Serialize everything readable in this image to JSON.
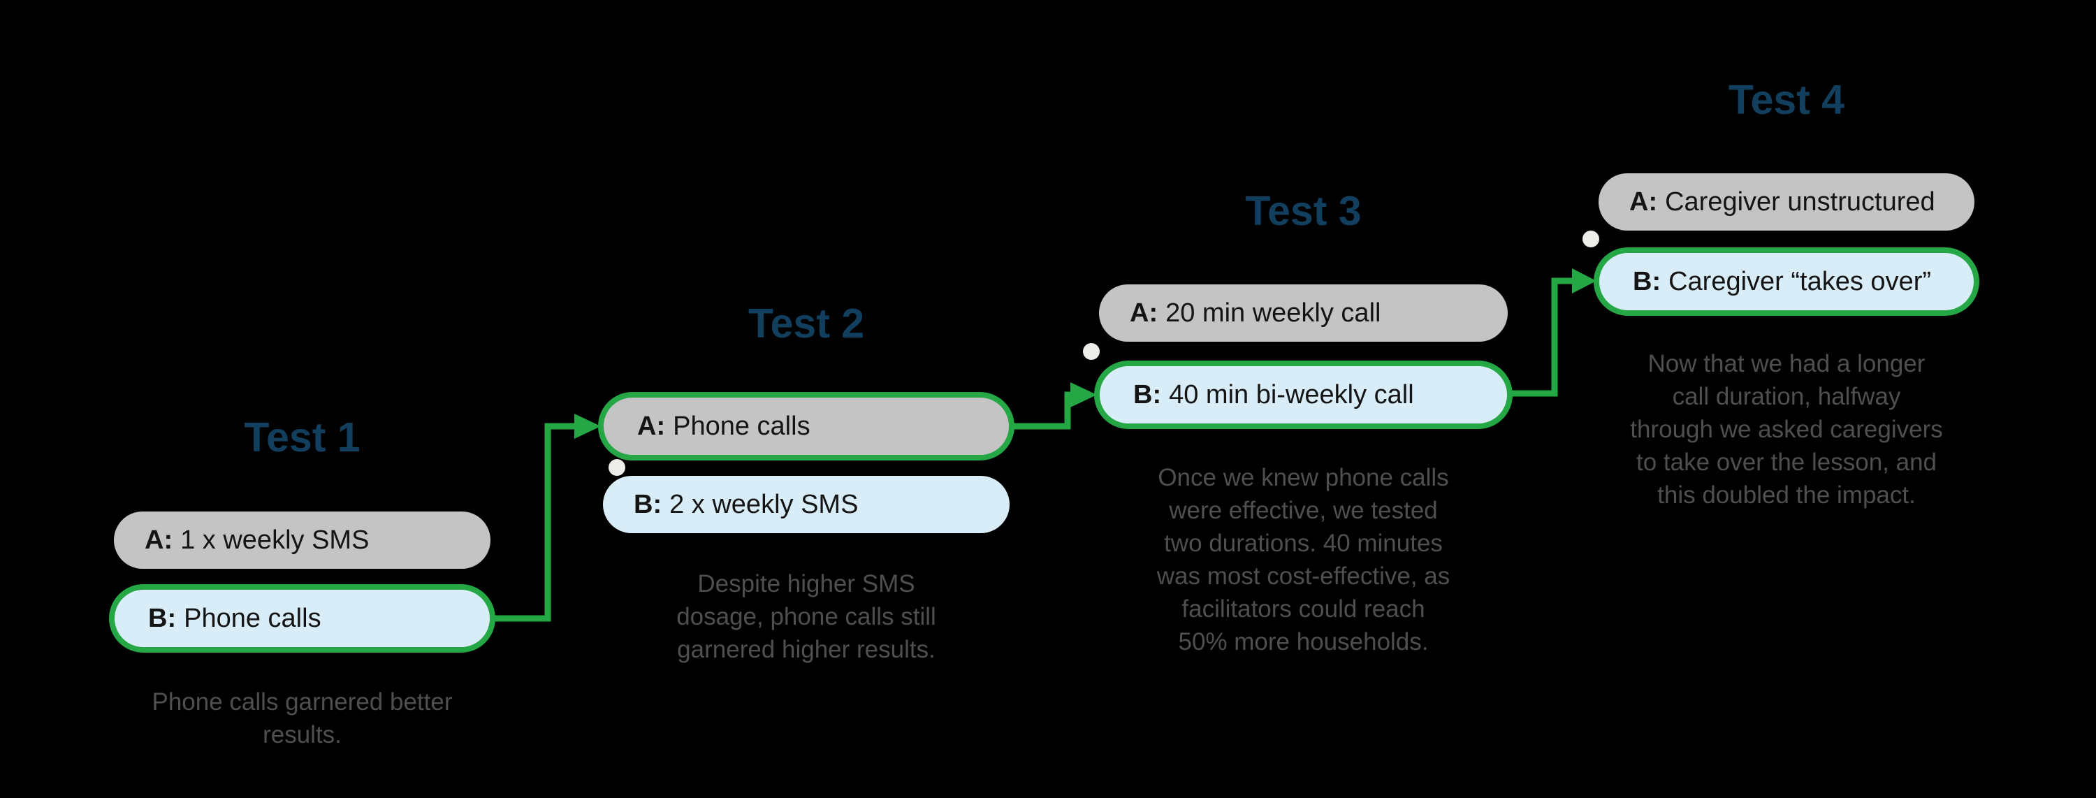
{
  "colors": {
    "background": "#000000",
    "title_navy": "#133f5e",
    "winner_green": "#24a744",
    "variant_gray": "#c5c4c4",
    "variant_blue": "#d8edf7",
    "caption_gray": "#4f4f4f",
    "pill_text": "#141414",
    "dot_white": "#ededea"
  },
  "tests": [
    {
      "title": "Test 1",
      "option_a": {
        "prefix": "A:",
        "label": "1 x weekly SMS",
        "winner": false
      },
      "option_b": {
        "prefix": "B:",
        "label": "Phone calls",
        "winner": true
      },
      "caption": "Phone calls garnered better\nresults."
    },
    {
      "title": "Test 2",
      "option_a": {
        "prefix": "A:",
        "label": "Phone calls",
        "winner": true
      },
      "option_b": {
        "prefix": "B:",
        "label": "2 x weekly SMS",
        "winner": false
      },
      "caption": "Despite higher SMS\ndosage, phone calls still\ngarnered higher results."
    },
    {
      "title": "Test 3",
      "option_a": {
        "prefix": "A:",
        "label": "20 min weekly call",
        "winner": false
      },
      "option_b": {
        "prefix": "B:",
        "label": "40 min bi-weekly call",
        "winner": true
      },
      "caption": "Once we knew phone calls\nwere effective, we tested\ntwo durations. 40 minutes\nwas most cost-effective, as\nfacilitators could reach\n50% more households."
    },
    {
      "title": "Test 4",
      "option_a": {
        "prefix": "A:",
        "label": "Caregiver unstructured",
        "winner": false
      },
      "option_b": {
        "prefix": "B:",
        "label": "Caregiver “takes over”",
        "winner": true
      },
      "caption": "Now that we had a longer\ncall duration, halfway\nthrough we asked caregivers\nto take over the lesson, and\nthis doubled the impact."
    }
  ]
}
